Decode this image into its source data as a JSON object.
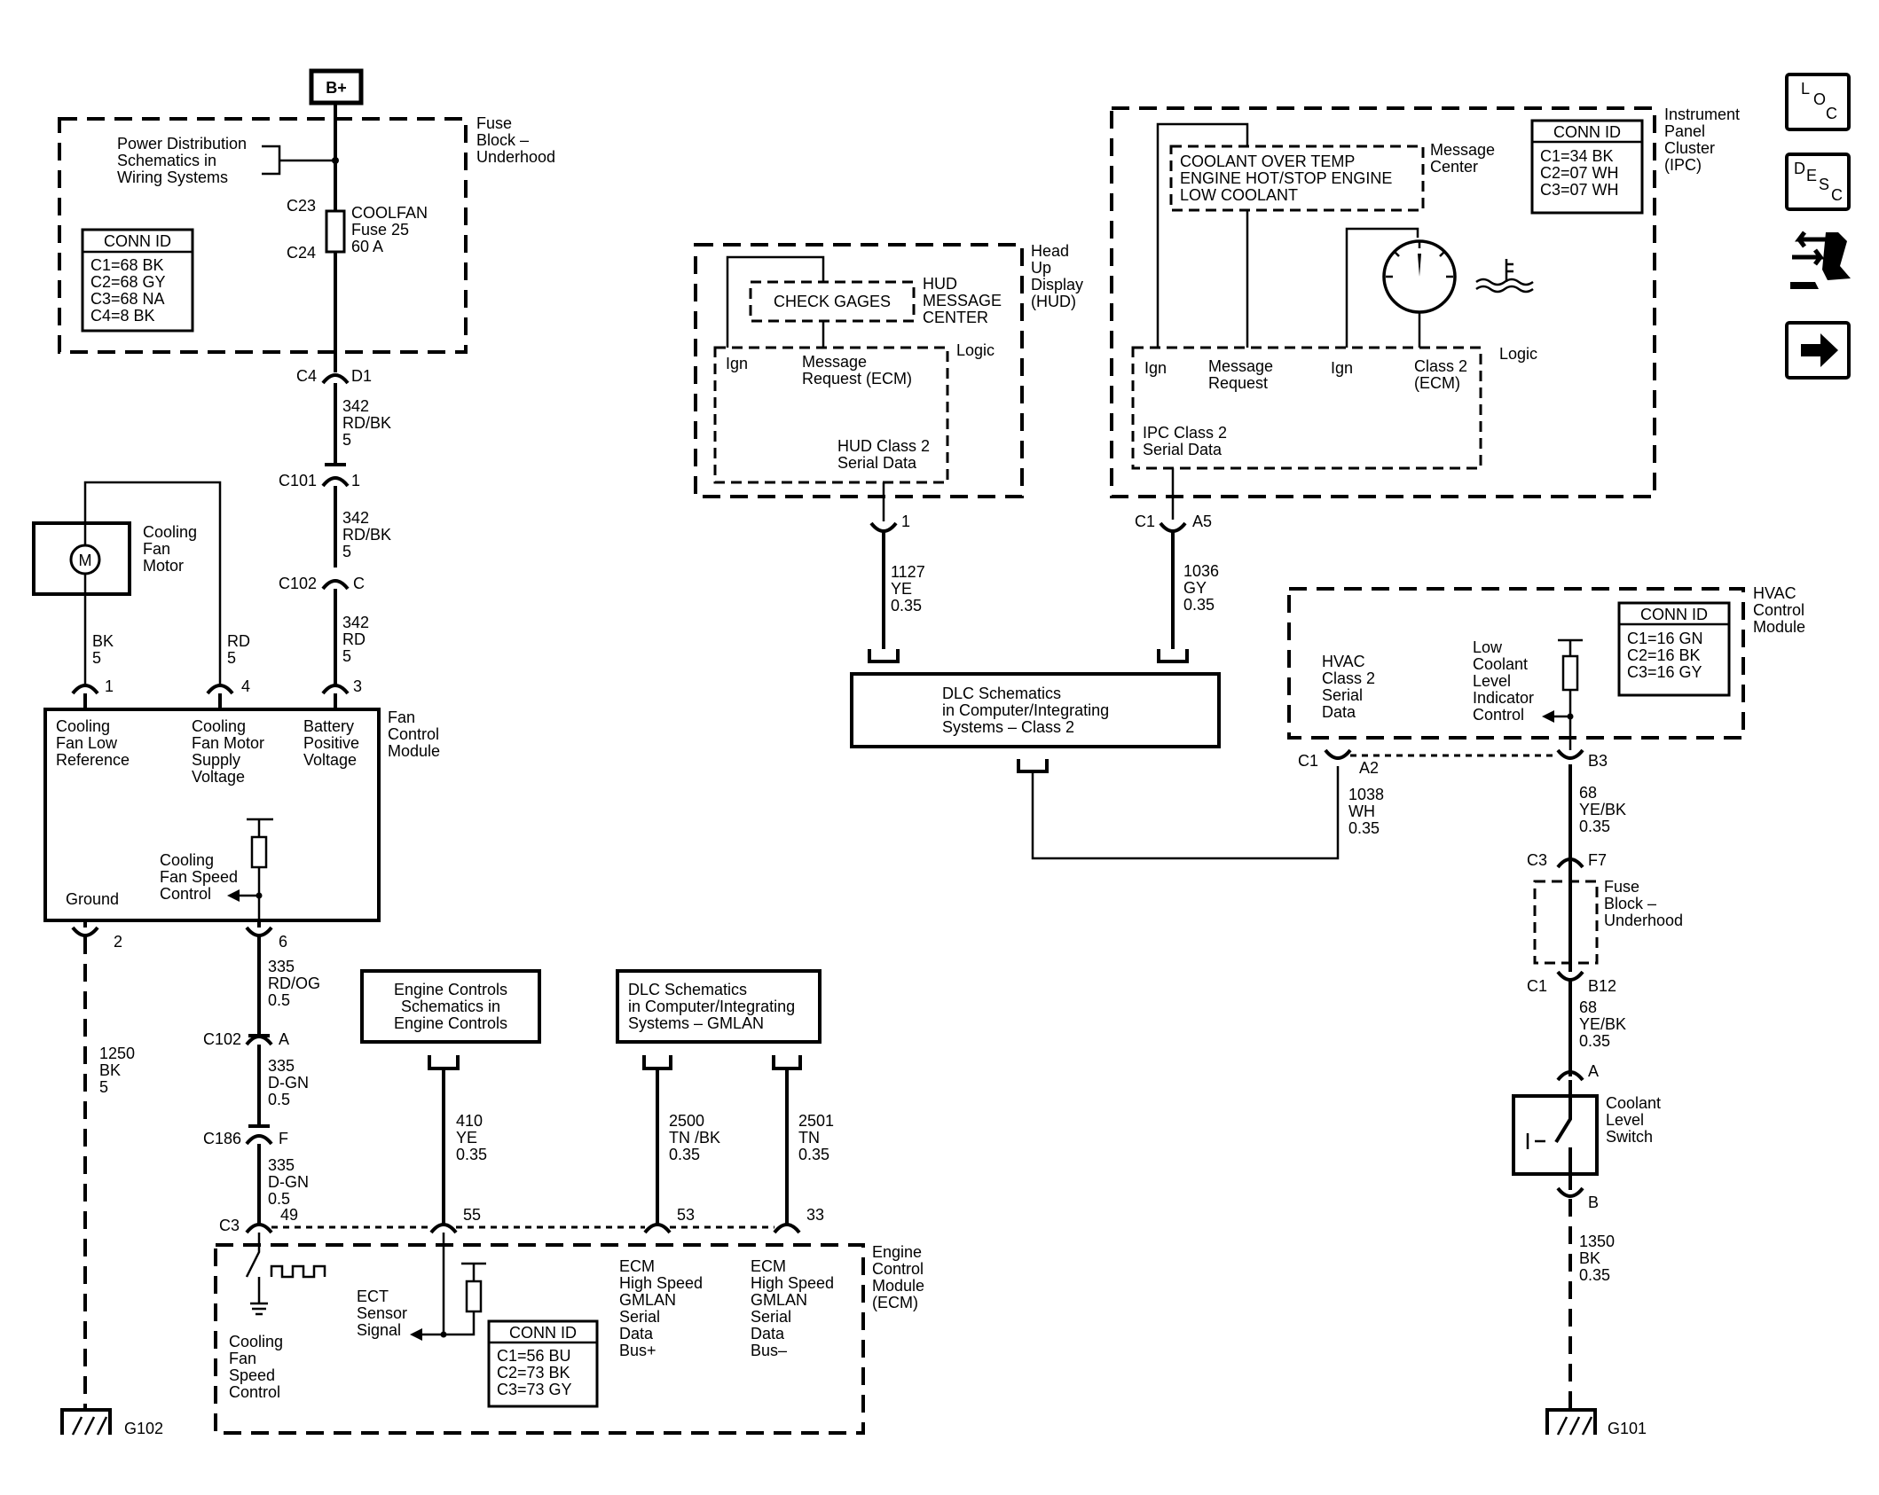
{
  "power": {
    "bplus": "B+"
  },
  "fuse_block": {
    "label": [
      "Fuse",
      "Block –",
      "Underhood"
    ],
    "pds_ref": [
      "Power Distribution",
      "Schematics in",
      "Wiring Systems"
    ],
    "fuse_name": "COOLFAN",
    "fuse_rating": [
      "Fuse 25",
      "60 A"
    ],
    "c_top": "C23",
    "c_bot": "C24",
    "conn_title": "CONN ID",
    "conn_rows": [
      "C1=68 BK",
      "C2=68 GY",
      "C3=68 NA",
      "C4=8 BK"
    ]
  },
  "feed_circuit": {
    "c4": "C4",
    "d1": "D1",
    "wire1": [
      "342",
      "RD/BK",
      "5"
    ],
    "c101": "C101",
    "c101_pin": "1",
    "wire2": [
      "342",
      "RD/BK",
      "5"
    ],
    "c102": "C102",
    "c102_pin": "C",
    "wire3": [
      "342",
      "RD",
      "5"
    ]
  },
  "motor": {
    "symbol": "M",
    "label": [
      "Cooling",
      "Fan",
      "Motor"
    ],
    "wire_bk": [
      "BK",
      "5"
    ],
    "wire_rd": [
      "RD",
      "5"
    ]
  },
  "fan_module": {
    "label": [
      "Fan",
      "Control",
      "Module"
    ],
    "pin1": "1",
    "pin4": "4",
    "pin3": "3",
    "pin2": "2",
    "pin6": "6",
    "t1": [
      "Cooling",
      "Fan Low",
      "Reference"
    ],
    "t2": [
      "Cooling",
      "Fan Motor",
      "Supply",
      "Voltage"
    ],
    "t3": [
      "Battery",
      "Positive",
      "Voltage"
    ],
    "speed": [
      "Cooling",
      "Fan Speed",
      "Control"
    ],
    "ground": "Ground"
  },
  "ground_left": {
    "wire": [
      "1250",
      "BK",
      "5"
    ],
    "ground": "G102"
  },
  "speed_circuit": {
    "w1": [
      "335",
      "RD/OG",
      "0.5"
    ],
    "c102": "C102",
    "c102_pin": "A",
    "w2": [
      "335",
      "D-GN",
      "0.5"
    ],
    "c186": "C186",
    "c186_pin": "F",
    "w3": [
      "335",
      "D-GN",
      "0.5"
    ]
  },
  "engine_ref": {
    "label": [
      "Engine Controls",
      "Schematics in",
      "Engine Controls"
    ],
    "wire": [
      "410",
      "YE",
      "0.35"
    ]
  },
  "dlc_gmlan": {
    "label": [
      "DLC Schematics",
      "in Computer/Integrating",
      "Systems – GMLAN"
    ],
    "w1": [
      "2500",
      "TN /BK",
      "0.35"
    ],
    "w2": [
      "2501",
      "TN",
      "0.35"
    ]
  },
  "ecm": {
    "label": [
      "Engine",
      "Control",
      "Module",
      "(ECM)"
    ],
    "c3": "C3",
    "p49": "49",
    "p55": "55",
    "p53": "53",
    "p33": "33",
    "fan_speed": [
      "Cooling",
      "Fan",
      "Speed",
      "Control"
    ],
    "ect": [
      "ECT",
      "Sensor",
      "Signal"
    ],
    "bus_plus": [
      "ECM",
      "High Speed",
      "GMLAN",
      "Serial",
      "Data",
      "Bus+"
    ],
    "bus_minus": [
      "ECM",
      "High Speed",
      "GMLAN",
      "Serial",
      "Data",
      "Bus–"
    ],
    "conn_title": "CONN ID",
    "conn_rows": [
      "C1=56 BU",
      "C2=73 BK",
      "C3=73 GY"
    ]
  },
  "hud": {
    "label": [
      "Head",
      "Up",
      "Display",
      "(HUD)"
    ],
    "check": "CHECK GAGES",
    "msg_center": [
      "HUD",
      "MESSAGE",
      "CENTER"
    ],
    "logic": "Logic",
    "ign": "Ign",
    "msg_req": [
      "Message",
      "Request (ECM)"
    ],
    "class2": [
      "HUD Class 2",
      "Serial Data"
    ],
    "pin": "1",
    "wire": [
      "1127",
      "YE",
      "0.35"
    ]
  },
  "dlc_class2": {
    "label": [
      "DLC Schematics",
      "in Computer/Integrating",
      "Systems – Class 2"
    ]
  },
  "ipc": {
    "label": [
      "Instrument",
      "Panel",
      "Cluster",
      "(IPC)"
    ],
    "messages": [
      "COOLANT OVER TEMP",
      "ENGINE HOT/STOP ENGINE",
      "LOW COOLANT"
    ],
    "msg_center": [
      "Message",
      "Center"
    ],
    "conn_title": "CONN ID",
    "conn_rows": [
      "C1=34 BK",
      "C2=07 WH",
      "C3=07 WH"
    ],
    "logic": "Logic",
    "ign1": "Ign",
    "msg_req": [
      "Message",
      "Request"
    ],
    "ign2": "Ign",
    "class2_ecm": [
      "Class 2",
      "(ECM)"
    ],
    "serial": [
      "IPC Class 2",
      "Serial Data"
    ],
    "c1": "C1",
    "a5": "A5",
    "wire": [
      "1036",
      "GY",
      "0.35"
    ]
  },
  "hvac": {
    "label": [
      "HVAC",
      "Control",
      "Module"
    ],
    "class2": [
      "HVAC",
      "Class 2",
      "Serial",
      "Data"
    ],
    "low_coolant": [
      "Low",
      "Coolant",
      "Level",
      "Indicator",
      "Control"
    ],
    "conn_title": "CONN ID",
    "conn_rows": [
      "C1=16 GN",
      "C2=16 BK",
      "C3=16 GY"
    ],
    "c1": "C1",
    "a2": "A2",
    "b3": "B3",
    "wire1038": [
      "1038",
      "WH",
      "0.35"
    ]
  },
  "coolant_circuit": {
    "w1": [
      "68",
      "YE/BK",
      "0.35"
    ],
    "c3": "C3",
    "f7": "F7",
    "fuse_block": [
      "Fuse",
      "Block –",
      "Underhood"
    ],
    "c1": "C1",
    "b12": "B12",
    "w2": [
      "68",
      "YE/BK",
      "0.35"
    ],
    "pin_a": "A",
    "switch": [
      "Coolant",
      "Level",
      "Switch"
    ],
    "pin_b": "B",
    "w3": [
      "1350",
      "BK",
      "0.35"
    ],
    "ground": "G101"
  },
  "side_buttons": [
    {
      "name": "loc",
      "letters": [
        "L",
        "O",
        "C"
      ]
    },
    {
      "name": "desc",
      "letters": [
        "D",
        "E",
        "S",
        "C"
      ]
    },
    {
      "name": "connector-icon"
    },
    {
      "name": "next-arrow-icon"
    }
  ]
}
